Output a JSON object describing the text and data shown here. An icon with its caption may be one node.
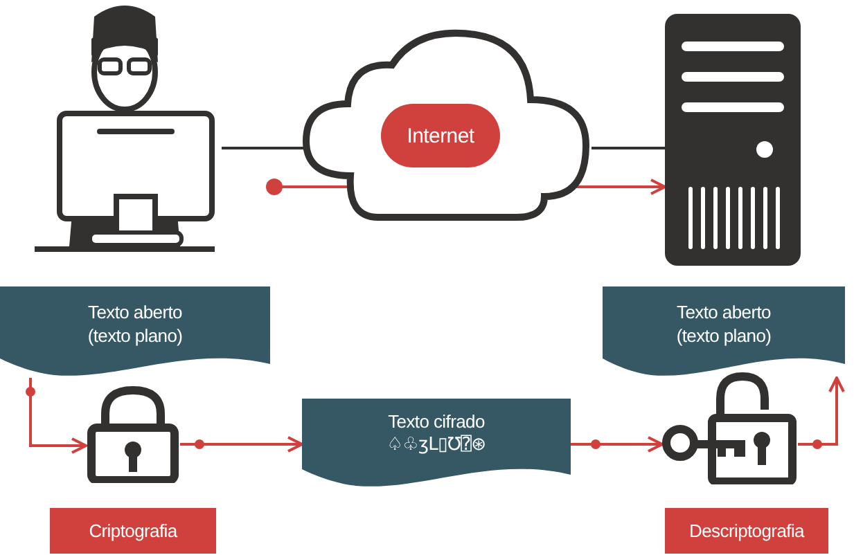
{
  "diagram": {
    "nodes": [
      {
        "text": [],
        "shape": "person"
      },
      {
        "text": [
          "Internet"
        ]
      },
      {
        "text": [],
        "shape": "box"
      },
      {
        "text": [
          "Texto aberto (texto plano)"
        ]
      },
      {
        "text": [],
        "shape": "padlock"
      },
      {
        "text": [
          "Criptografia"
        ]
      },
      {
        "text": [
          "Texto cifrado",
          "♤♧ʒL▯Ʊ⍰⊛"
        ]
      },
      {
        "text": [
          "Texto aberto (texto plano)"
        ]
      },
      {
        "text": [],
        "shape": "padlock"
      },
      {
        "text": [
          "Descriptografia"
        ]
      }
    ],
    "edges": [
      {
        "from": 0,
        "to": 1,
        "arrow": "none",
        "color": "#333030"
      },
      {
        "from": 1,
        "to": 2,
        "arrow": "none",
        "color": "#333030"
      },
      {
        "from": null,
        "to": 2,
        "arrow": "to"
      },
      {
        "from": 3,
        "to": 4,
        "arrow": "to"
      },
      {
        "from": 4,
        "to": 6,
        "arrow": "to"
      },
      {
        "from": 6,
        "to": 8,
        "arrow": "to"
      },
      {
        "from": 8,
        "to": 7,
        "arrow": "to"
      }
    ]
  }
}
